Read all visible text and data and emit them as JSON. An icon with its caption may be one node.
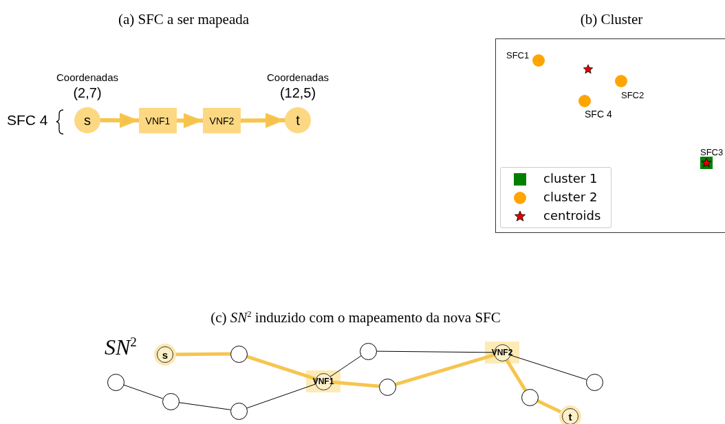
{
  "diagram": {
    "nodes": [
      {
        "text": [
          "s"
        ],
        "beside": [
          "Coordenadas",
          "(2,7)"
        ]
      },
      {
        "text": [
          "VNF1"
        ]
      },
      {
        "text": [
          "VNF2"
        ]
      },
      {
        "text": [
          "t"
        ],
        "beside": [
          "Coordenadas",
          "(12,5)"
        ]
      },
      {
        "text": [
          "s"
        ]
      },
      {
        "text": [],
        "shape": "circle"
      },
      {
        "text": [],
        "shape": "circle"
      },
      {
        "text": [
          "VNF2"
        ]
      },
      {
        "text": [],
        "shape": "circle"
      },
      {
        "text": [
          "VNF1"
        ]
      },
      {
        "text": [],
        "shape": "circle"
      },
      {
        "text": [],
        "shape": "circle"
      },
      {
        "text": [],
        "shape": "circle"
      },
      {
        "text": [],
        "shape": "circle"
      },
      {
        "text": [],
        "shape": "circle"
      },
      {
        "text": [
          "t"
        ]
      }
    ],
    "edges": [
      {
        "from": 0,
        "to": 1,
        "arrow": "to"
      },
      {
        "from": 1,
        "to": 2,
        "arrow": "to"
      },
      {
        "from": 2,
        "to": 3,
        "arrow": "to"
      },
      {
        "from": 4,
        "to": 5,
        "arrow": "none"
      },
      {
        "from": 5,
        "to": 9,
        "arrow": "none"
      },
      {
        "from": 9,
        "to": 10,
        "arrow": "none"
      },
      {
        "from": 10,
        "to": 7,
        "arrow": "none"
      },
      {
        "from": 7,
        "to": 14,
        "arrow": "none"
      },
      {
        "from": 14,
        "to": 15,
        "arrow": "none"
      },
      {
        "from": 8,
        "to": 12,
        "arrow": "none",
        "color": "#000000"
      },
      {
        "from": 12,
        "to": 13,
        "arrow": "none",
        "color": "#000000"
      },
      {
        "from": 13,
        "to": 9,
        "arrow": "none",
        "color": "#000000"
      },
      {
        "from": 9,
        "to": 6,
        "arrow": "none",
        "color": "#000000"
      },
      {
        "from": 6,
        "to": 7,
        "arrow": "none",
        "color": "#000000"
      },
      {
        "from": 7,
        "to": 11,
        "arrow": "none",
        "color": "#000000"
      }
    ],
    "labels": [
      "(a) SFC a ser mapeada",
      "(b) Cluster",
      "SFC 4",
      "SFC1",
      "SFC2",
      "SFC 4",
      "SFC3",
      "(c) *SN*$^{2}$ induzido com o mapeamento da nova SFC",
      "*SN*$^{2}$"
    ],
    "legend": [
      {
        "text": "cluster 1",
        "color": "#008000"
      },
      {
        "text": "cluster 2",
        "color": "#ffa500"
      },
      {
        "text": "centroids"
      }
    ]
  }
}
